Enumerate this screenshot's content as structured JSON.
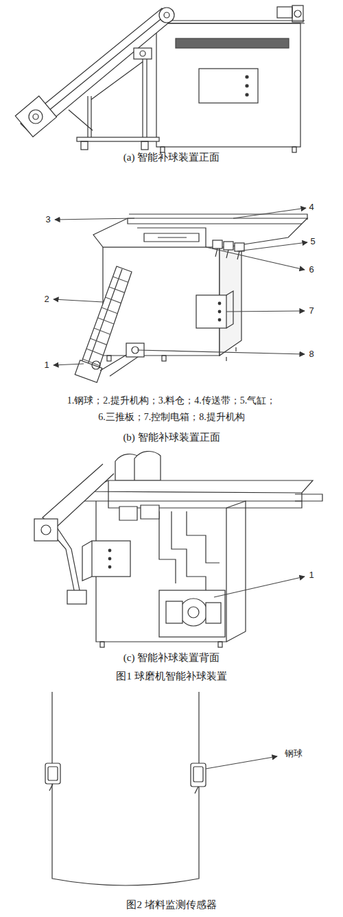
{
  "diagram": {
    "labels": [
      "(a) 智能补球装置正面",
      "3",
      "4",
      "5",
      "2",
      "6",
      "7",
      "1",
      "8",
      "1.钢球；2.提升机构；3.料仓；4.传送带；5.气缸；",
      "6.三推板；7.控制电箱；8.提升机构",
      "(b) 智能补球装置正面",
      "1",
      "(c) 智能补球装置背面",
      "图1 球磨机智能补球装置",
      "钢球",
      "图2 堵料监测传感器"
    ]
  }
}
